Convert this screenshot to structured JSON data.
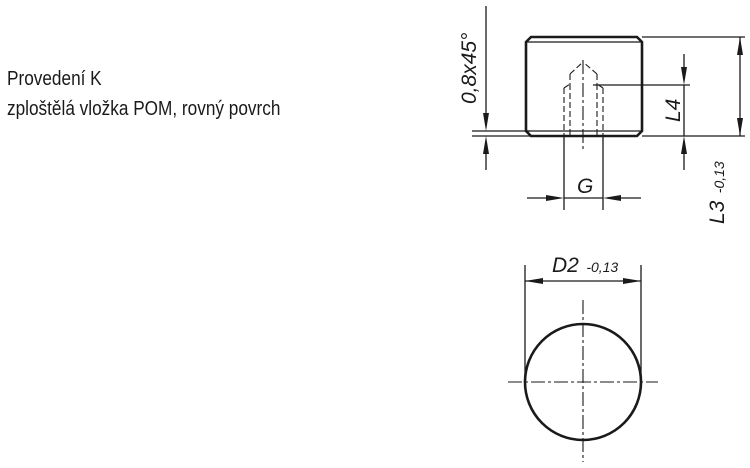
{
  "caption": {
    "line1": "Provedení K",
    "line2": "zploštělá vložka POM, rovný povrch"
  },
  "dimensions": {
    "chamfer": "0,8x45°",
    "l4": "L4",
    "l3": "L3",
    "l3_tolerance": "-0,13",
    "g": "G",
    "d2": "D2",
    "d2_tolerance": "-0,13"
  }
}
